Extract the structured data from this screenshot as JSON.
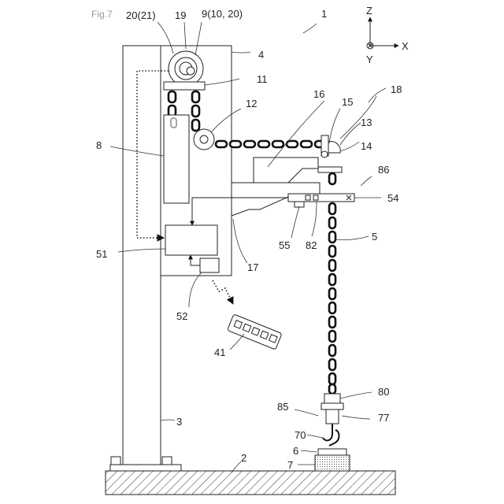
{
  "figure": {
    "label": "Fig.7",
    "axes": {
      "z": "Z",
      "x": "X",
      "y": "Y"
    },
    "refs": {
      "r1": "1",
      "r2": "2",
      "r3": "3",
      "r4": "4",
      "r5": "5",
      "r6": "6",
      "r7": "7",
      "r8": "8",
      "r9": "9(10, 20)",
      "r11": "11",
      "r12": "12",
      "r13": "13",
      "r14": "14",
      "r15": "15",
      "r16": "16",
      "r17": "17",
      "r18": "18",
      "r19": "19",
      "r20": "20(21)",
      "r41": "41",
      "r51": "51",
      "r52": "52",
      "r54": "54",
      "r55": "55",
      "r70": "70",
      "r77": "77",
      "r80": "80",
      "r82": "82",
      "r85": "85",
      "r86": "86"
    }
  }
}
